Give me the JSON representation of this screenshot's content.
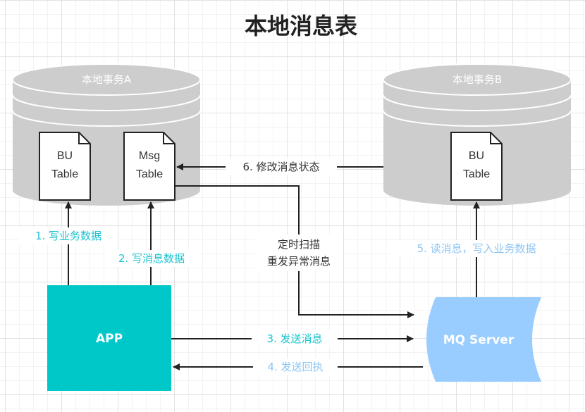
{
  "title": "本地消息表",
  "nodes": {
    "db_a": {
      "title": "本地事务A"
    },
    "db_b": {
      "title": "本地事务B"
    },
    "bu_table_a": {
      "line1": "BU",
      "line2": "Table"
    },
    "msg_table": {
      "line1": "Msg",
      "line2": "Table"
    },
    "bu_table_b": {
      "line1": "BU",
      "line2": "Table"
    },
    "app": {
      "label": "APP"
    },
    "mq_server": {
      "label": "MQ Server"
    }
  },
  "edges": {
    "step1": "1. 写业务数据",
    "step2": "2. 写消息数据",
    "step3": "3. 发送消息",
    "step4": "4. 发送回执",
    "step5": "5. 读消息，写入业务数据",
    "step6": "6. 修改消息状态",
    "scan_line1": "定时扫描",
    "scan_line2": "重发异常消息"
  },
  "colors": {
    "cylinder": "#cdcdcd",
    "cylinder_stroke": "#ffffff",
    "app_fill": "#00c8c8",
    "mq_fill": "#99ccff",
    "arrow": "#222222",
    "label_cyan": "#19c3cf",
    "label_blue": "#8ec5f4"
  }
}
